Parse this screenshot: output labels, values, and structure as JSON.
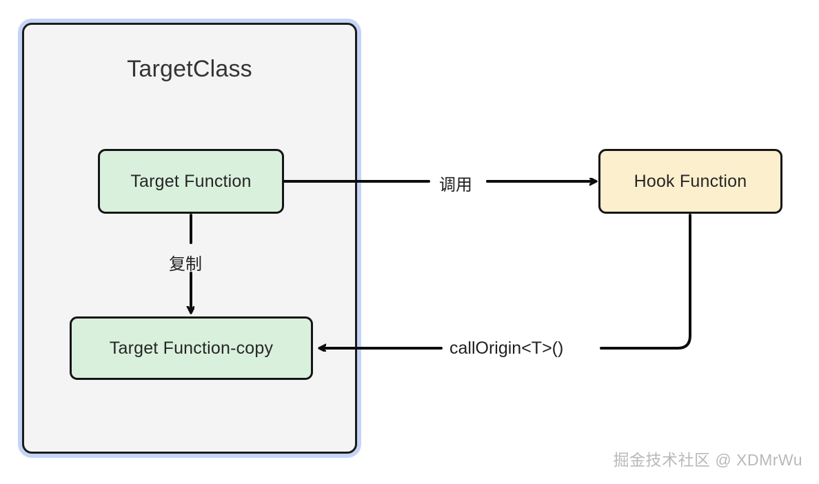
{
  "diagram": {
    "container": {
      "title": "TargetClass",
      "fill_color": "#f4f4f4",
      "border_color": "#1b1b1b",
      "glow_color": "#c5d4f5"
    },
    "nodes": [
      {
        "id": "target-function",
        "label": "Target Function",
        "fill_color": "#d9f0dd",
        "border_color": "#151515"
      },
      {
        "id": "target-function-copy",
        "label": "Target Function-copy",
        "fill_color": "#d9f0dd",
        "border_color": "#151515"
      },
      {
        "id": "hook-function",
        "label": "Hook Function",
        "fill_color": "#fcefcd",
        "border_color": "#151515"
      }
    ],
    "edges": [
      {
        "id": "call",
        "label": "调用",
        "from": "target-function",
        "to": "hook-function",
        "direction": "right"
      },
      {
        "id": "copy",
        "label": "复制",
        "from": "target-function",
        "to": "target-function-copy",
        "direction": "down"
      },
      {
        "id": "callorigin",
        "label": "callOrigin<T>()",
        "from": "hook-function",
        "to": "target-function-copy",
        "direction": "left"
      }
    ],
    "watermark": "掘金技术社区 @ XDMrWu"
  }
}
